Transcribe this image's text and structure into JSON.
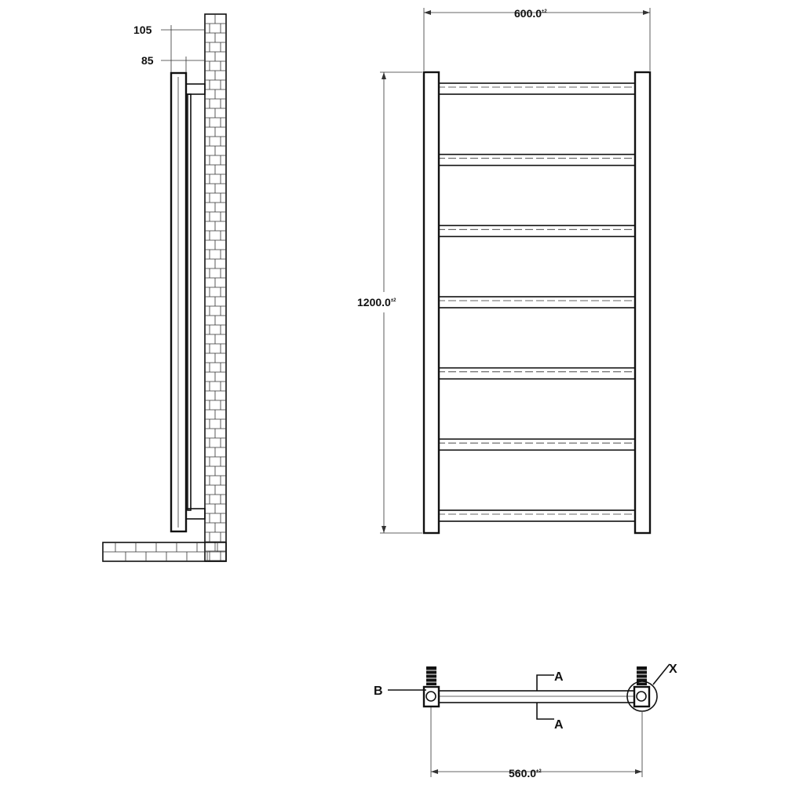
{
  "side_view": {
    "dim_wall_offset": "105",
    "dim_inner_offset": "85"
  },
  "front_view": {
    "dim_width": "600.0",
    "dim_width_tolerance": "±2",
    "dim_height": "1200.0",
    "dim_height_tolerance": "±2",
    "rail_count": 7
  },
  "plan_view": {
    "dim_centres": "560.0",
    "dim_centres_tolerance": "±2",
    "callout_a_top": "A",
    "callout_a_bottom": "A",
    "callout_b": "B",
    "callout_x": "X"
  },
  "colors": {
    "ink": "#111111",
    "background": "#ffffff"
  }
}
